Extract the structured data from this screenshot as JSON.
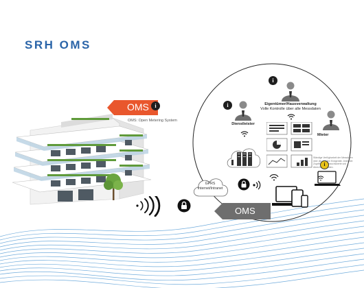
{
  "title": "SRH OMS",
  "oms_badge": {
    "label": "OMS",
    "subtitle": "OMS: Open Metering System"
  },
  "info_icon_glyph": "i",
  "roles": {
    "owner": {
      "title": "Eigentümer/Hausverwaltung",
      "subtitle": "Volle Kontrolle über alle Messdaten"
    },
    "provider": {
      "title": "Dienstleister"
    },
    "tenant": {
      "title": "Mieter",
      "description": "Ständige Verfügbarkeit der Messdaten über die mobilen Endgeräte. Jederzeit Zugriff auf Verbrauchswerte und Abrechnungsdaten."
    }
  },
  "network": {
    "label_line1": "GPRS",
    "label_line2": "Internet/Intranet"
  },
  "oms_bottom_label": "OMS",
  "colors": {
    "title": "#2a64a8",
    "oms_tag": "#e9572d",
    "oms_bottom": "#6e6e6e",
    "wave": "#3f8fd0",
    "info_yellow": "#e8c21a"
  },
  "icons": [
    "info-icon",
    "person-icon",
    "wifi-icon",
    "lock-icon",
    "cloud-icon",
    "server-icon",
    "laptop-icon",
    "tablet-icon",
    "phone-icon",
    "chart-icon"
  ]
}
